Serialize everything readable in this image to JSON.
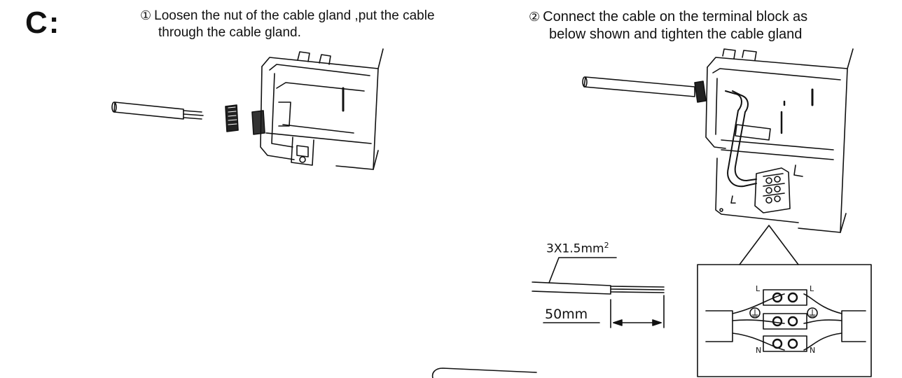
{
  "section": {
    "label": "C:"
  },
  "step1": {
    "number": "①",
    "line1": "Loosen the nut of the cable gland ,put the cable",
    "line2": "through the cable gland."
  },
  "step2": {
    "number": "②",
    "line1": "Connect the cable on the terminal block as",
    "line2": "below shown  and tighten the cable gland"
  },
  "cable_spec": {
    "size": "3X1.5mm",
    "superscript": "2",
    "strip_length": "50mm"
  },
  "terminal_labels": {
    "top_left": "L",
    "top_right": "L",
    "bottom_left": "N",
    "bottom_right": "N"
  }
}
